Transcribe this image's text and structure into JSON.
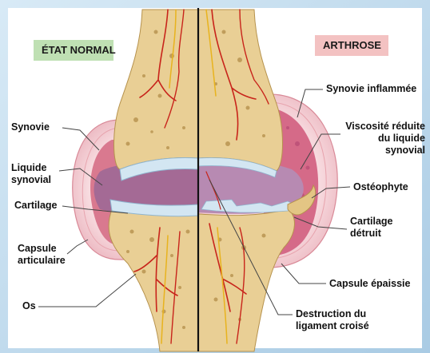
{
  "header": {
    "normal_title": "ÉTAT NORMAL",
    "arthrose_title": "ARTHROSE"
  },
  "labels_left": {
    "synovie": "Synovie",
    "liquide_1": "Liquide",
    "liquide_2": "synovial",
    "cartilage": "Cartilage",
    "capsule_1": "Capsule",
    "capsule_2": "articulaire",
    "os": "Os"
  },
  "labels_right": {
    "synovie_inflammee": "Synovie inflammée",
    "viscosite_1": "Viscosité réduite",
    "viscosite_2": "du liquide",
    "viscosite_3": "synovial",
    "osteophyte": "Ostéophyte",
    "cartilage_1": "Cartilage",
    "cartilage_2": "détruit",
    "capsule_epaissie": "Capsule épaissie",
    "destruction_1": "Destruction du",
    "destruction_2": "ligament croisé"
  },
  "colors": {
    "background": "#ffffff",
    "frame_blue": "#bcd8ec",
    "bone": "#e9cf95",
    "bone_spots": "#a0762d",
    "cartilage": "#d3e6f2",
    "capsule": "#f3c9cf",
    "synovium": "#e38aa3",
    "fluid": "#a46a95",
    "vessel_red": "#c8241b",
    "nerve_yellow": "#e8b31e",
    "normal_tag": "#bfe0b3",
    "arthrose_tag": "#f3c2c2"
  }
}
